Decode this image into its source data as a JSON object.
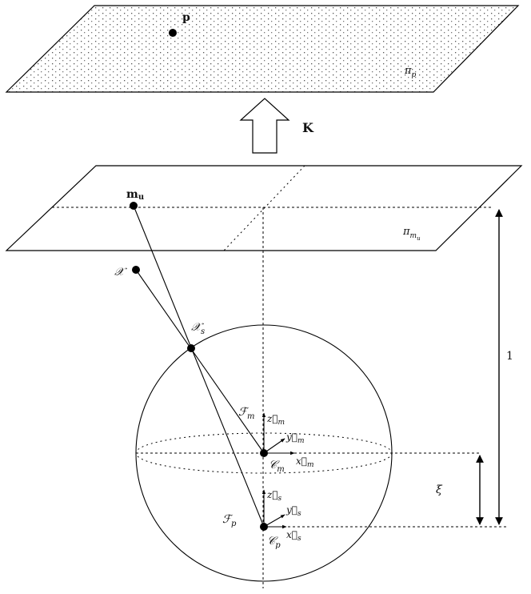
{
  "labels": {
    "p_label": "p",
    "pi_p_main": "π",
    "pi_p_sub": "p",
    "K": "K",
    "m_u_main": "m",
    "m_u_sub": "u",
    "pi_mu_main": "π",
    "pi_mu_sub": "m",
    "pi_mu_subsub": "u",
    "X_label": "𝒳",
    "Xs_main": "𝒳",
    "Xs_sub": "s",
    "Fm_main": "ℱ",
    "Fm_sub": "m",
    "Fp_main": "ℱ",
    "Fp_sub": "p",
    "Cm_main": "𝒞",
    "Cm_sub": "m",
    "Cp_main": "𝒞",
    "Cp_sub": "p",
    "zm_main": "z⃗",
    "zm_sub": "m",
    "ym_main": "y⃗",
    "ym_sub": "m",
    "xm_main": "x⃗",
    "xm_sub": "m",
    "zs_main": "z⃗",
    "zs_sub": "s",
    "ys_main": "y⃗",
    "ys_sub": "s",
    "xs_main": "x⃗",
    "xs_sub": "s",
    "one": "1",
    "xi": "ξ"
  }
}
